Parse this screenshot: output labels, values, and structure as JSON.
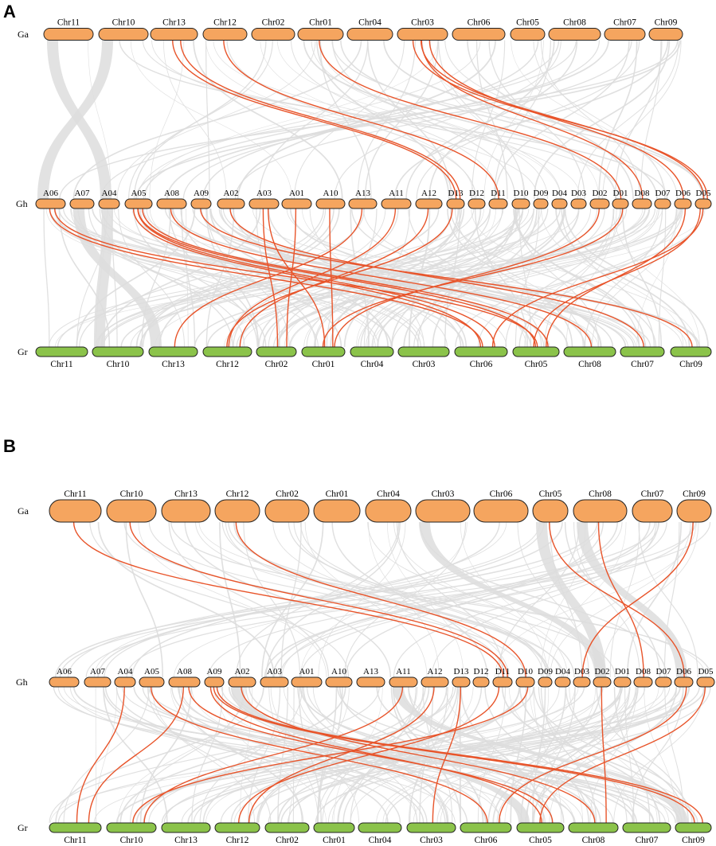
{
  "colors": {
    "ga": "#F5A55F",
    "gh": "#F5A55F",
    "gr": "#8BC34A",
    "outline": "#222222",
    "background_link": "#DDDDDD",
    "highlight_link": "#E8542A"
  },
  "panels": [
    {
      "letter": "A",
      "rows": [
        {
          "genome": "Ga",
          "chromosomes": [
            "Chr11",
            "Chr10",
            "Chr13",
            "Chr12",
            "Chr02",
            "Chr01",
            "Chr04",
            "Chr03",
            "Chr06",
            "Chr05",
            "Chr08",
            "Chr07",
            "Chr09"
          ]
        },
        {
          "genome": "Gh",
          "chromosomes": [
            "A06",
            "A07",
            "A04",
            "A05",
            "A08",
            "A09",
            "A02",
            "A03",
            "A01",
            "A10",
            "A13",
            "A11",
            "A12",
            "D13",
            "D12",
            "D11",
            "D10",
            "D09",
            "D04",
            "D03",
            "D02",
            "D01",
            "D08",
            "D07",
            "D06",
            "D05"
          ]
        },
        {
          "genome": "Gr",
          "chromosomes": [
            "Chr11",
            "Chr10",
            "Chr13",
            "Chr12",
            "Chr02",
            "Chr01",
            "Chr04",
            "Chr03",
            "Chr06",
            "Chr05",
            "Chr08",
            "Chr07",
            "Chr09"
          ]
        }
      ]
    },
    {
      "letter": "B",
      "rows": [
        {
          "genome": "Ga",
          "chromosomes": [
            "Chr11",
            "Chr10",
            "Chr13",
            "Chr12",
            "Chr02",
            "Chr01",
            "Chr04",
            "Chr03",
            "Chr06",
            "Chr05",
            "Chr08",
            "Chr07",
            "Chr09"
          ]
        },
        {
          "genome": "Gh",
          "chromosomes": [
            "A06",
            "A07",
            "A04",
            "A05",
            "A08",
            "A09",
            "A02",
            "A03",
            "A01",
            "A10",
            "A13",
            "A11",
            "A12",
            "D13",
            "D12",
            "D11",
            "D10",
            "D09",
            "D04",
            "D03",
            "D02",
            "D01",
            "D08",
            "D07",
            "D06",
            "D05"
          ]
        },
        {
          "genome": "Gr",
          "chromosomes": [
            "Chr11",
            "Chr10",
            "Chr13",
            "Chr12",
            "Chr02",
            "Chr01",
            "Chr04",
            "Chr03",
            "Chr06",
            "Chr05",
            "Chr08",
            "Chr07",
            "Chr09"
          ]
        }
      ]
    }
  ]
}
